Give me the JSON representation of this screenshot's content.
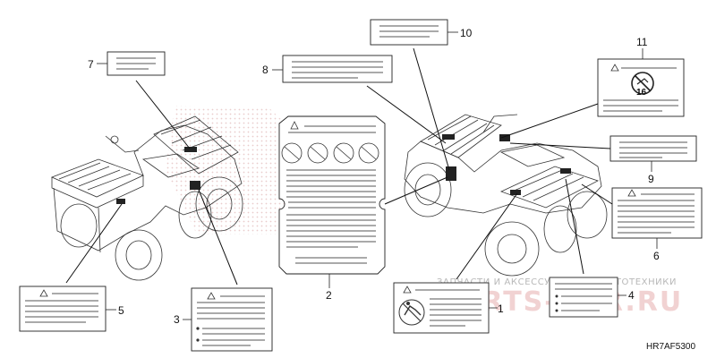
{
  "callouts": [
    "1",
    "2",
    "3",
    "4",
    "5",
    "6",
    "7",
    "8",
    "9",
    "10",
    "11"
  ],
  "diagram_code": "HR7AF5300",
  "watermark": {
    "line1": "ЗАПЧАСТИ И АКСЕССУАРЫ ДЛЯ МОТОТЕХНИКИ",
    "line2": "PARTS-FOR.RU"
  },
  "label11_number": "16",
  "colors": {
    "line": "#222222",
    "watermark_text": "#b8b8b8",
    "watermark_logo": "#f1d2d2",
    "decal_dots": "#d8a3a3"
  },
  "icons": [
    "warning-triangle-icon",
    "no-passenger-icon",
    "no-riding-child-icon"
  ]
}
